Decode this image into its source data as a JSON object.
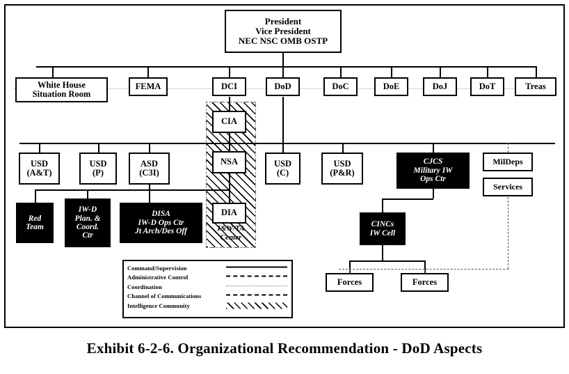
{
  "caption": "Exhibit 6-2-6.  Organizational Recommendation - DoD Aspects",
  "nodes": {
    "president": {
      "lines": [
        "President",
        "Vice President",
        "NEC  NSC  OMB  OSTP"
      ]
    },
    "white_house": {
      "lines": [
        "White House",
        "Situation Room"
      ]
    },
    "fema": {
      "lines": [
        "FEMA"
      ]
    },
    "dci": {
      "lines": [
        "DCI"
      ]
    },
    "dod": {
      "lines": [
        "DoD"
      ]
    },
    "doc": {
      "lines": [
        "DoC"
      ]
    },
    "doe": {
      "lines": [
        "DoE"
      ]
    },
    "doj": {
      "lines": [
        "DoJ"
      ]
    },
    "dot": {
      "lines": [
        "DoT"
      ]
    },
    "treas": {
      "lines": [
        "Treas"
      ]
    },
    "cia": {
      "lines": [
        "CIA"
      ]
    },
    "nsa": {
      "lines": [
        "NSA"
      ]
    },
    "dia": {
      "lines": [
        "DIA"
      ]
    },
    "iw_ta_center": {
      "lines": [
        "I&W/TA",
        "Center"
      ]
    },
    "usd_at": {
      "lines": [
        "USD",
        "(A&T)"
      ]
    },
    "usd_p": {
      "lines": [
        "USD",
        "(P)"
      ]
    },
    "asd_c3i": {
      "lines": [
        "ASD",
        "(C3I)"
      ]
    },
    "usd_c": {
      "lines": [
        "USD",
        "(C)"
      ]
    },
    "usd_pr": {
      "lines": [
        "USD",
        "(P&R)"
      ]
    },
    "cjcs": {
      "lines": [
        "CJCS",
        "Military IW",
        "Ops Ctr"
      ]
    },
    "mildeps": {
      "lines": [
        "MilDeps"
      ]
    },
    "services": {
      "lines": [
        "Services"
      ]
    },
    "red_team": {
      "lines": [
        "Red",
        "Team"
      ]
    },
    "iwd_plan": {
      "lines": [
        "IW-D",
        "Plan. &",
        "Coord.",
        "Ctr"
      ]
    },
    "disa": {
      "lines": [
        "DISA",
        "IW-D Ops Ctr",
        "Jt Arch/Des Off"
      ]
    },
    "cincs": {
      "lines": [
        "CINCs",
        "IW Cell"
      ]
    },
    "forces_left": {
      "lines": [
        "Forces"
      ]
    },
    "forces_right": {
      "lines": [
        "Forces"
      ]
    }
  },
  "legend": {
    "rows": [
      {
        "label": "Command/Supervision",
        "style": "solid"
      },
      {
        "label": "Administrative Control",
        "style": "dash"
      },
      {
        "label": "Coordination",
        "style": "dot"
      },
      {
        "label": "Channel of Communications",
        "style": "dashdot"
      },
      {
        "label": "Intelligence Community",
        "style": "hatch"
      }
    ]
  },
  "colors": {
    "ink": "#000000",
    "paper": "#ffffff",
    "faint": "#777777"
  }
}
